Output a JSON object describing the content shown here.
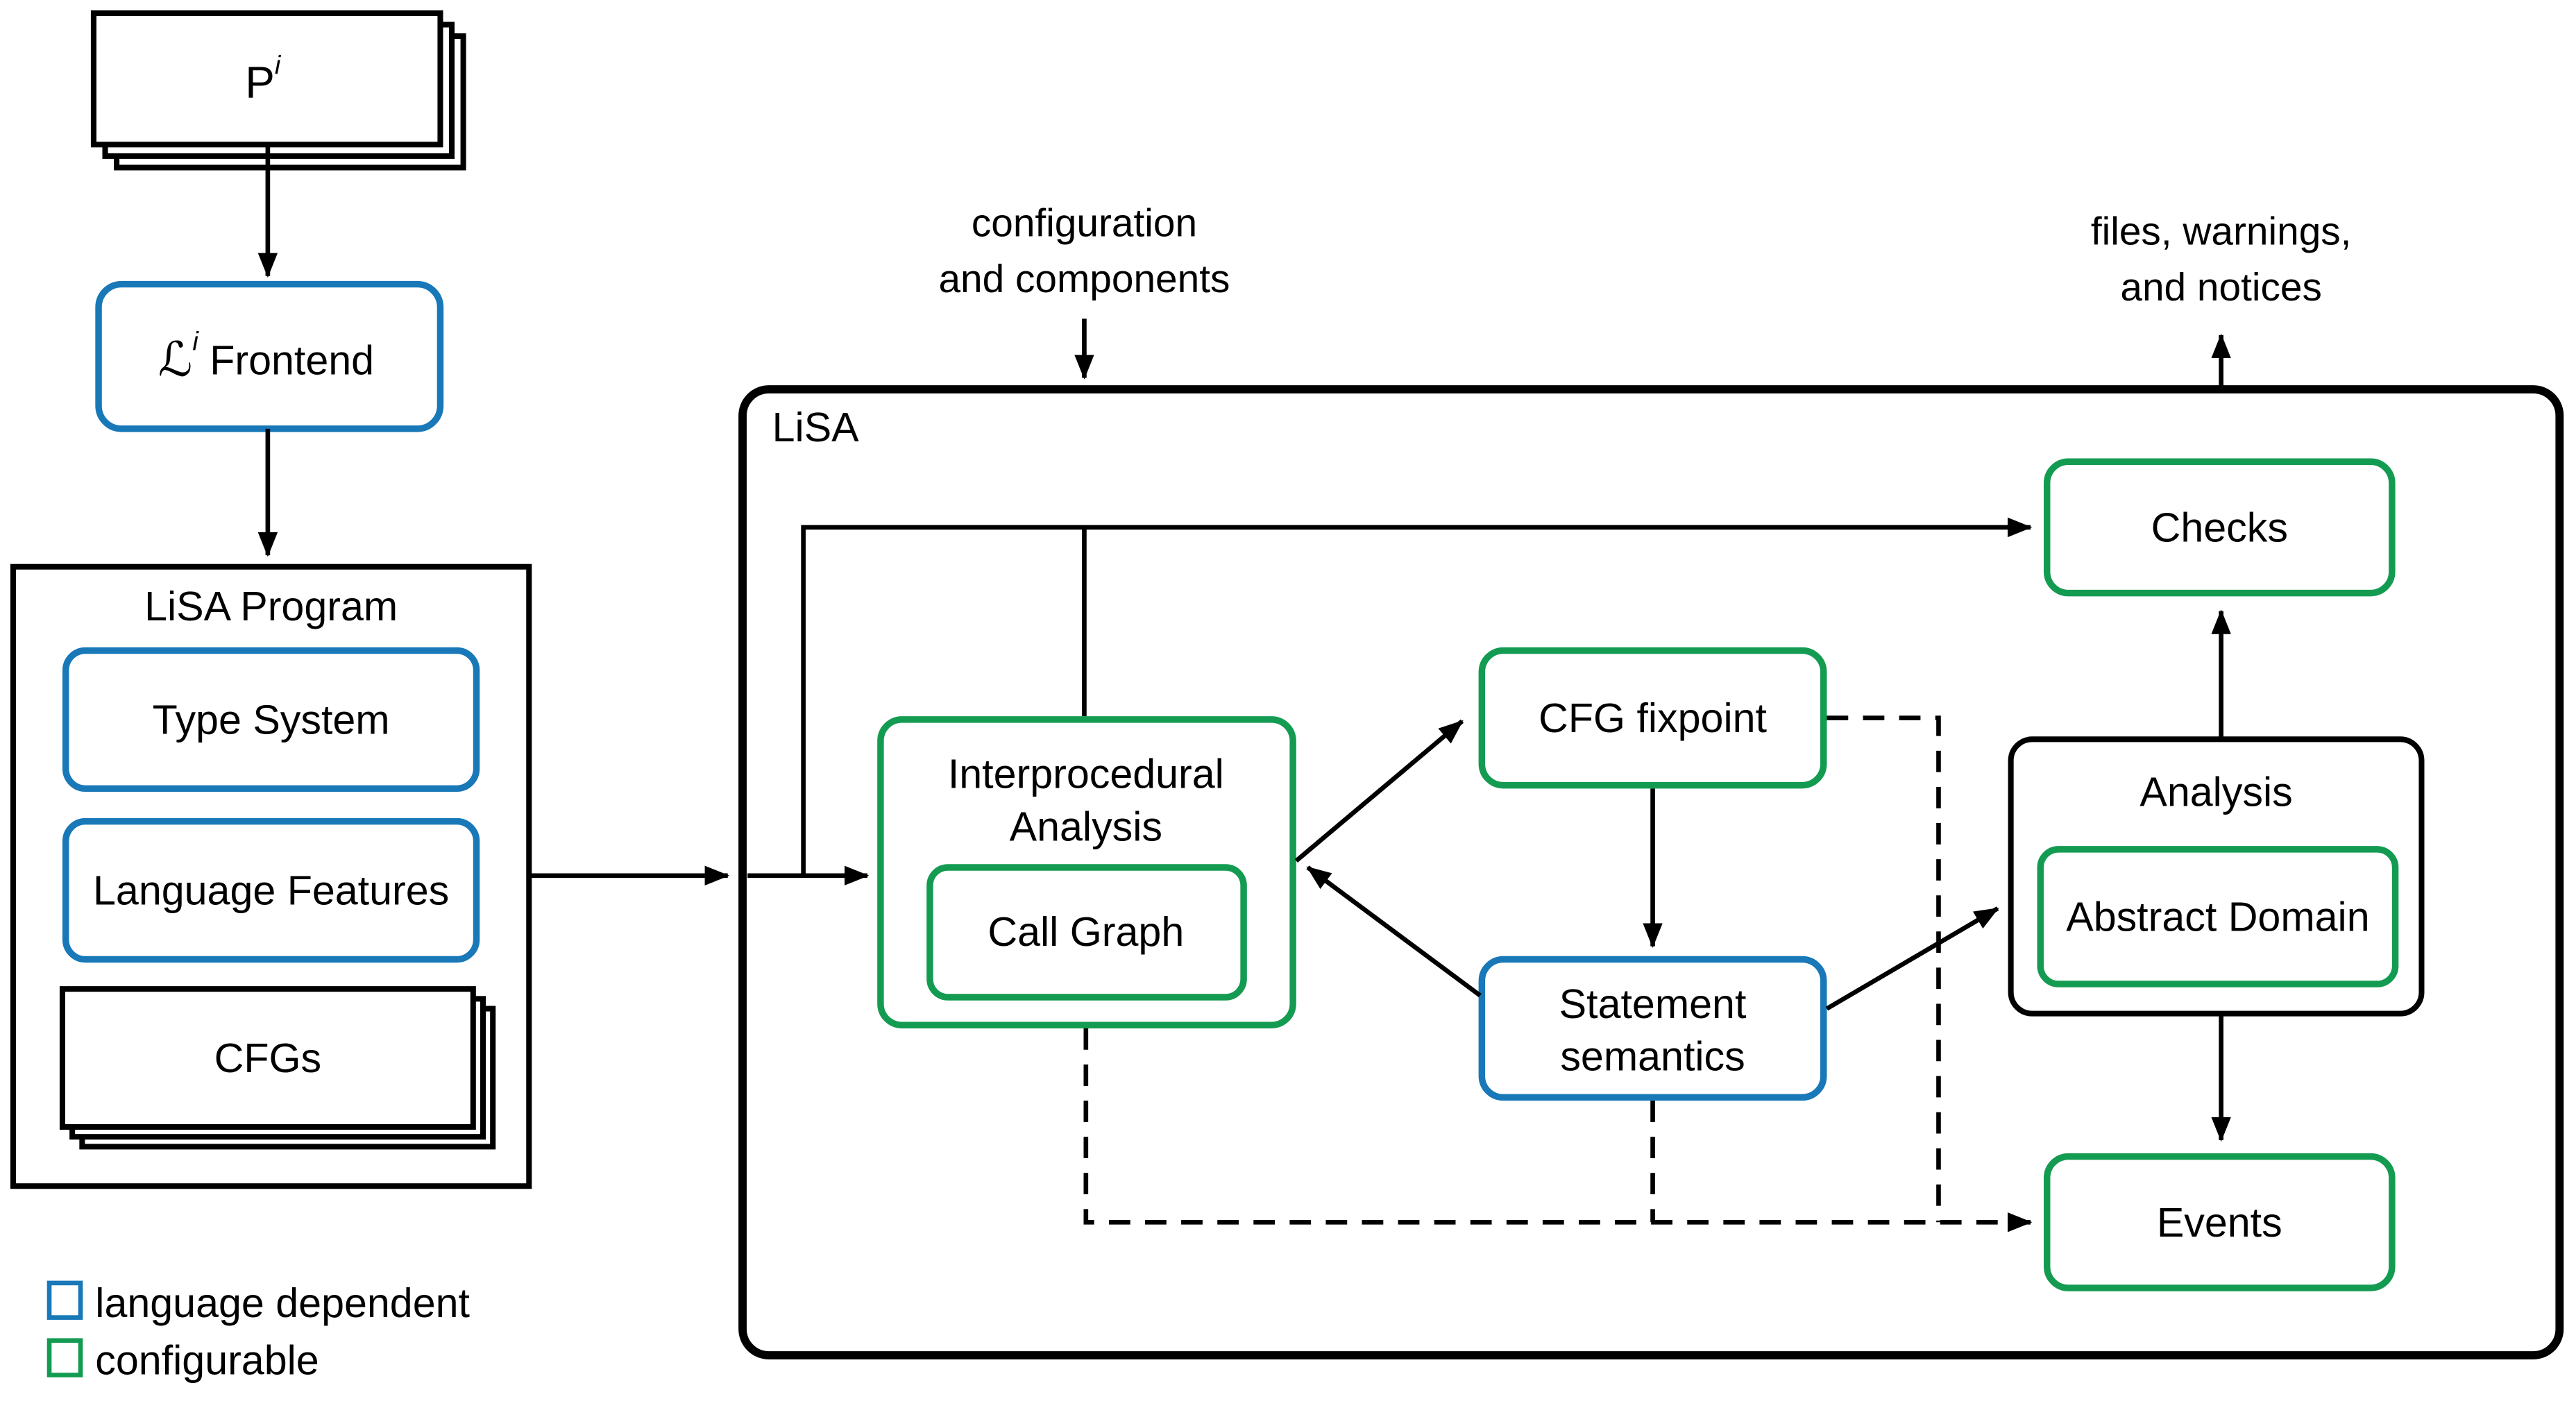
{
  "colors": {
    "accent_blue": "#1878b8",
    "accent_green": "#149b52",
    "line_black": "#000000"
  },
  "external": {
    "program_stack": {
      "label": "P",
      "superscript": "i"
    },
    "configuration": {
      "line1": "configuration",
      "line2": "and components"
    },
    "output": {
      "line1": "files, warnings,",
      "line2": "and notices"
    }
  },
  "frontend": {
    "script_letter": "ℒ",
    "superscript": "i",
    "label": " Frontend"
  },
  "lisa_program": {
    "title": "LiSA Program",
    "items": {
      "type_system": "Type System",
      "language_features": "Language Features",
      "cfgs": "CFGs"
    }
  },
  "lisa": {
    "label": "LiSA",
    "checks": "Checks",
    "interprocedural": {
      "line1": "Interprocedural",
      "line2": "Analysis",
      "call_graph": "Call Graph"
    },
    "cfg_fixpoint": "CFG fixpoint",
    "statement_semantics": {
      "line1": "Statement",
      "line2": "semantics"
    },
    "analysis": {
      "title": "Analysis",
      "abstract_domain": "Abstract Domain"
    },
    "events": "Events"
  },
  "legend": {
    "language_dependent": "language dependent",
    "configurable": "configurable"
  }
}
